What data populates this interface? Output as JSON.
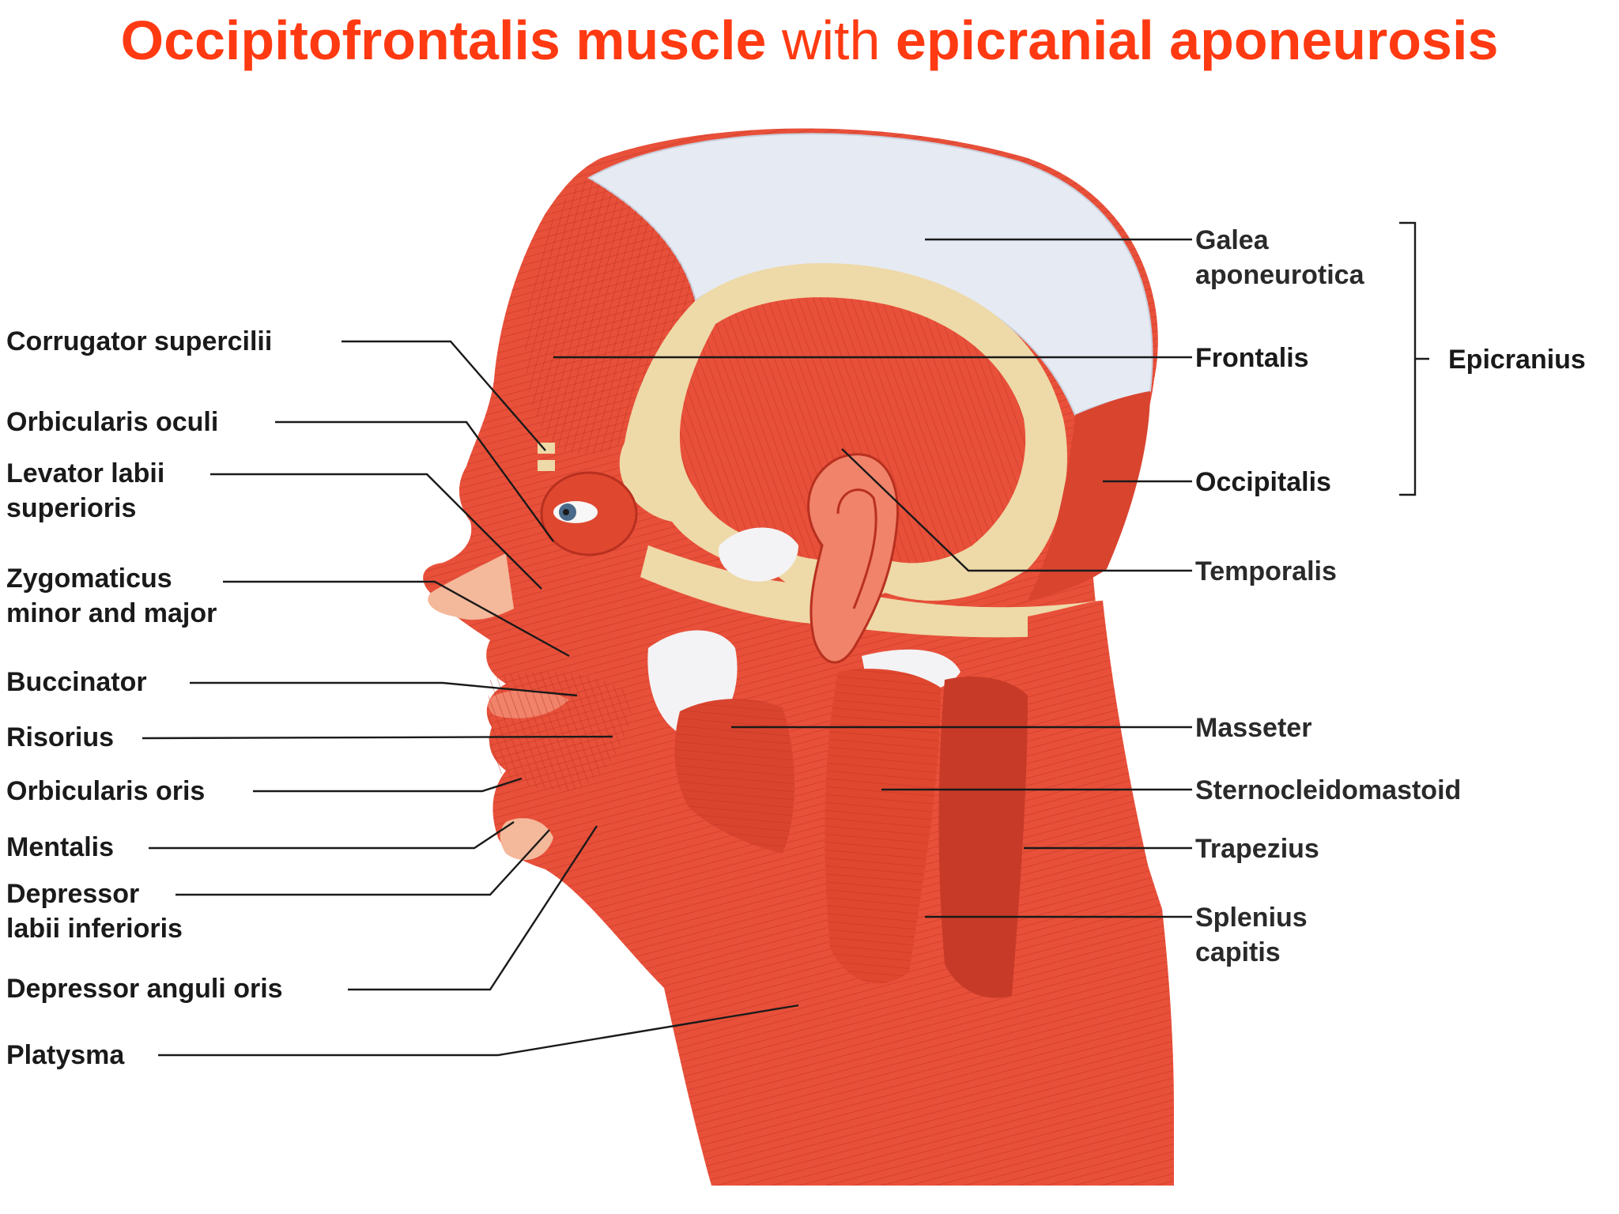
{
  "title": {
    "part1": "Occipitofrontalis muscle",
    "part2": "with",
    "part3": "epicranial aponeurosis"
  },
  "labels_left": {
    "corrugator_supercilii": "Corrugator supercilii",
    "orbicularis_oculi": "Orbicularis oculi",
    "levator_labii_1": "Levator labii",
    "levator_labii_2": "superioris",
    "zygomaticus_1": "Zygomaticus",
    "zygomaticus_2": "minor and major",
    "buccinator": "Buccinator",
    "risorius": "Risorius",
    "orbicularis_oris": "Orbicularis oris",
    "mentalis": "Mentalis",
    "depressor_labii_1": "Depressor",
    "depressor_labii_2": "labii inferioris",
    "depressor_anguli_oris": "Depressor anguli oris",
    "platysma": "Platysma"
  },
  "labels_right": {
    "galea_1": "Galea",
    "galea_2": "aponeurotica",
    "frontalis": "Frontalis",
    "occipitalis": "Occipitalis",
    "temporalis": "Temporalis",
    "masseter": "Masseter",
    "sternocleidomastoid": "Sternocleidomastoid",
    "trapezius": "Trapezius",
    "splenius_1": "Splenius",
    "splenius_2": "capitis"
  },
  "bracket_label": "Epicranius",
  "colors": {
    "title": "#ff3a12",
    "muscle": "#e8503a",
    "muscle_dark": "#c83a28",
    "tendon": "#eed9a8",
    "aponeurosis": "#e6eaf2",
    "skin": "#f4b89a"
  }
}
